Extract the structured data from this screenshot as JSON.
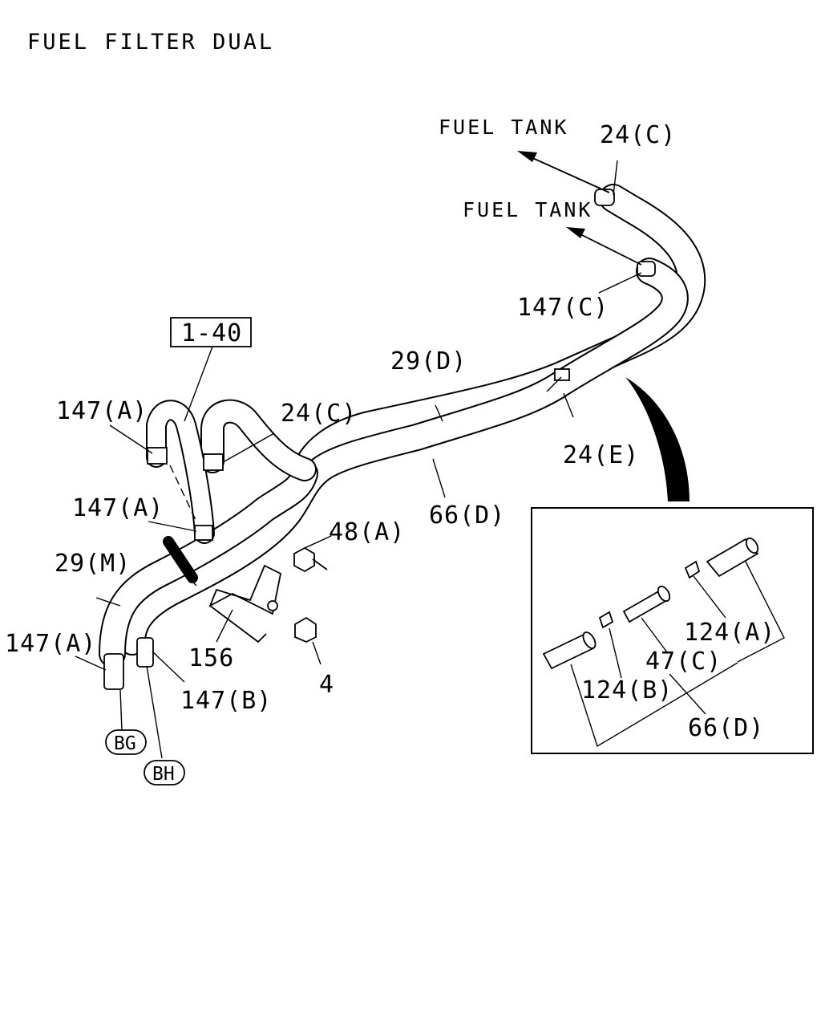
{
  "title": "FUEL FILTER DUAL",
  "directions": {
    "fuel_tank_upper": "FUEL TANK",
    "fuel_tank_lower": "FUEL TANK"
  },
  "reference_box": "1-40",
  "labels": {
    "clip_24c_top": "24(C)",
    "clamp_147c": "147(C)",
    "hose_29d": "29(D)",
    "clip_24e": "24(E)",
    "hose_66d": "66(D)",
    "clip_24c_mid": "24(C)",
    "clamp_147a_top": "147(A)",
    "clamp_147a_mid": "147(A)",
    "bolt_48a": "48(A)",
    "hose_29m": "29(M)",
    "clamp_147a_low": "147(A)",
    "bracket_156": "156",
    "nut_4": "4",
    "clamp_147b": "147(B)"
  },
  "connectors": {
    "bg": "BG",
    "bh": "BH"
  },
  "detail": {
    "clamp_124a": "124(A)",
    "joint_47c": "47(C)",
    "clamp_124b": "124(B)",
    "hose_66d": "66(D)"
  }
}
